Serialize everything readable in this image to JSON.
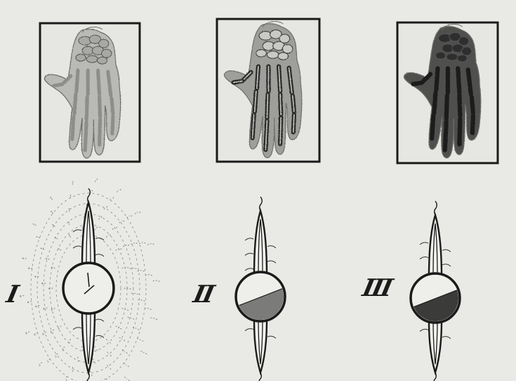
{
  "figure": {
    "description_colors": {
      "paper": "#e9e9e5",
      "ink": "#1b1b1b",
      "hand_light": "#b9b9b6",
      "hand_medium": "#9e9e9b",
      "hand_dark": "#4f4f4d",
      "tube_shadow": "#5a5a58"
    },
    "panels": [
      {
        "roman": "I",
        "hand_shade": "light",
        "tube_fill": "none"
      },
      {
        "roman": "II",
        "hand_shade": "medium",
        "tube_fill": "half"
      },
      {
        "roman": "III",
        "hand_shade": "dark",
        "tube_fill": "half-dark"
      }
    ]
  }
}
